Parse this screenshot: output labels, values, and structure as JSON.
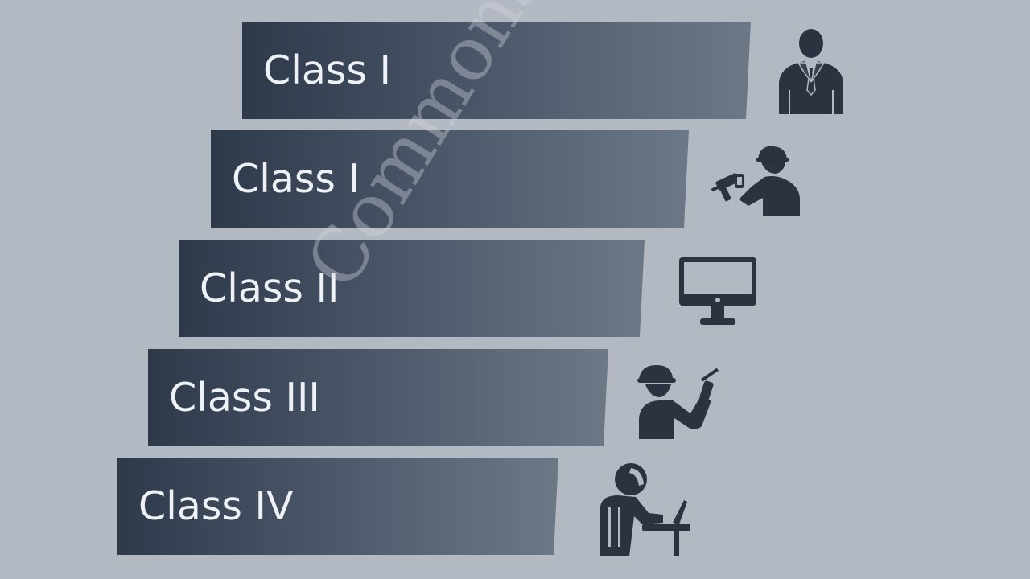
{
  "classes": [
    {
      "label": "Class I",
      "icon": "businessman-icon"
    },
    {
      "label": "Class I",
      "icon": "worker-with-drill-icon"
    },
    {
      "label": "Class II",
      "icon": "computer-monitor-icon"
    },
    {
      "label": "Class III",
      "icon": "worker-with-tool-icon"
    },
    {
      "label": "Class IV",
      "icon": "worker-at-laptop-icon"
    }
  ],
  "watermark": "CommonsEf",
  "colors": {
    "background": "#b3b9c2",
    "bar_dark": "#2e3a4a",
    "bar_light": "#6d7886",
    "label": "#eef2f6",
    "icon": "#2c3340"
  }
}
